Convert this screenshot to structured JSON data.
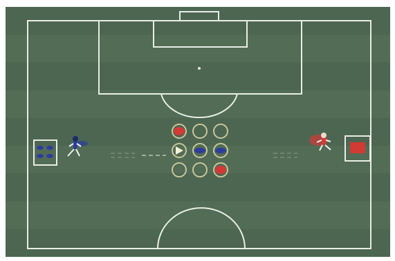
{
  "pitch": {
    "grass_color": "#4d6651",
    "stripe_color": "#56705a",
    "line_color": "#e9eee6",
    "ring_color": "#c9c69a"
  },
  "teams": {
    "blue": {
      "color": "#2c3d9c"
    },
    "red": {
      "color": "#d23a36"
    }
  },
  "grid": {
    "rows": [
      [
        "red",
        "empty",
        "empty"
      ],
      [
        "cone",
        "blue",
        "blue"
      ],
      [
        "empty",
        "empty",
        "red"
      ]
    ]
  },
  "icons": {
    "player_left": "player-running-icon",
    "player_right": "player-running-icon",
    "cone": "cone-icon",
    "ball": "ball-icon"
  }
}
